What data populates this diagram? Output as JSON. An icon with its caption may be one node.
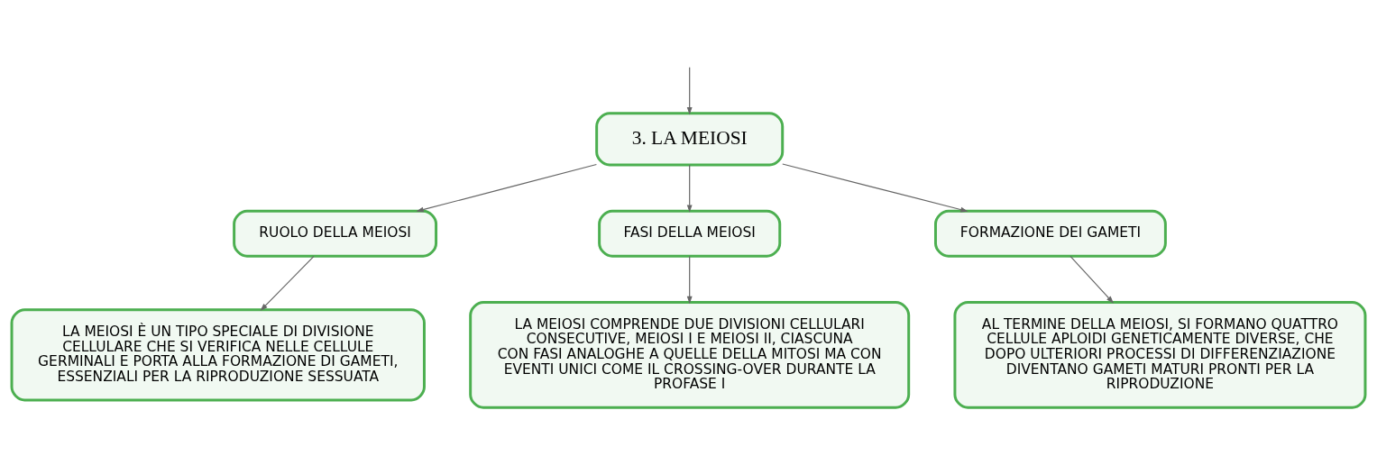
{
  "diagram": {
    "nodes": [
      {
        "text": [
          "3. LA MEIOSI"
        ]
      },
      {
        "text": [
          "RUOLO DELLA MEIOSI"
        ]
      },
      {
        "text": [
          "FASI DELLA MEIOSI"
        ]
      },
      {
        "text": [
          "FORMAZIONE DEI GAMETI"
        ]
      },
      {
        "text": [
          "LA MEIOSI È UN TIPO SPECIALE DI DIVISIONE CELLULARE CHE SI VERIFICA NELLE CELLULE GERMINALI E PORTA ALLA FORMAZIONE DI GAMETI, ESSENZIALI PER LA RIPRODUZIONE SESSUATA"
        ]
      },
      {
        "text": [
          "LA MEIOSI COMPRENDE DUE DIVISIONI CELLULARI CONSECUTIVE, MEIOSI I E MEIOSI II, CIASCUNA CON FASI ANALOGHE A QUELLE DELLA MITOSI MA CON EVENTI UNICI COME IL CROSSING-OVER DURANTE LA PROFASE I"
        ]
      },
      {
        "text": [
          "AL TERMINE DELLA MEIOSI, SI FORMANO QUATTRO CELLULE APLOIDI GENETICAMENTE DIVERSE, CHE DOPO ULTERIORI PROCESSI DI DIFFERENZIAZIONE DIVENTANO GAMETI MATURI PRONTI PER LA RIPRODUZIONE"
        ]
      }
    ],
    "edges": [
      {
        "from": null,
        "to": 0,
        "arrow": "to"
      },
      {
        "from": 0,
        "to": 1,
        "arrow": "to"
      },
      {
        "from": 0,
        "to": 2,
        "arrow": "to"
      },
      {
        "from": 0,
        "to": 3,
        "arrow": "to"
      },
      {
        "from": 1,
        "to": 4,
        "arrow": "to"
      },
      {
        "from": 2,
        "to": 5,
        "arrow": "to"
      },
      {
        "from": 3,
        "to": 6,
        "arrow": "to"
      }
    ]
  }
}
